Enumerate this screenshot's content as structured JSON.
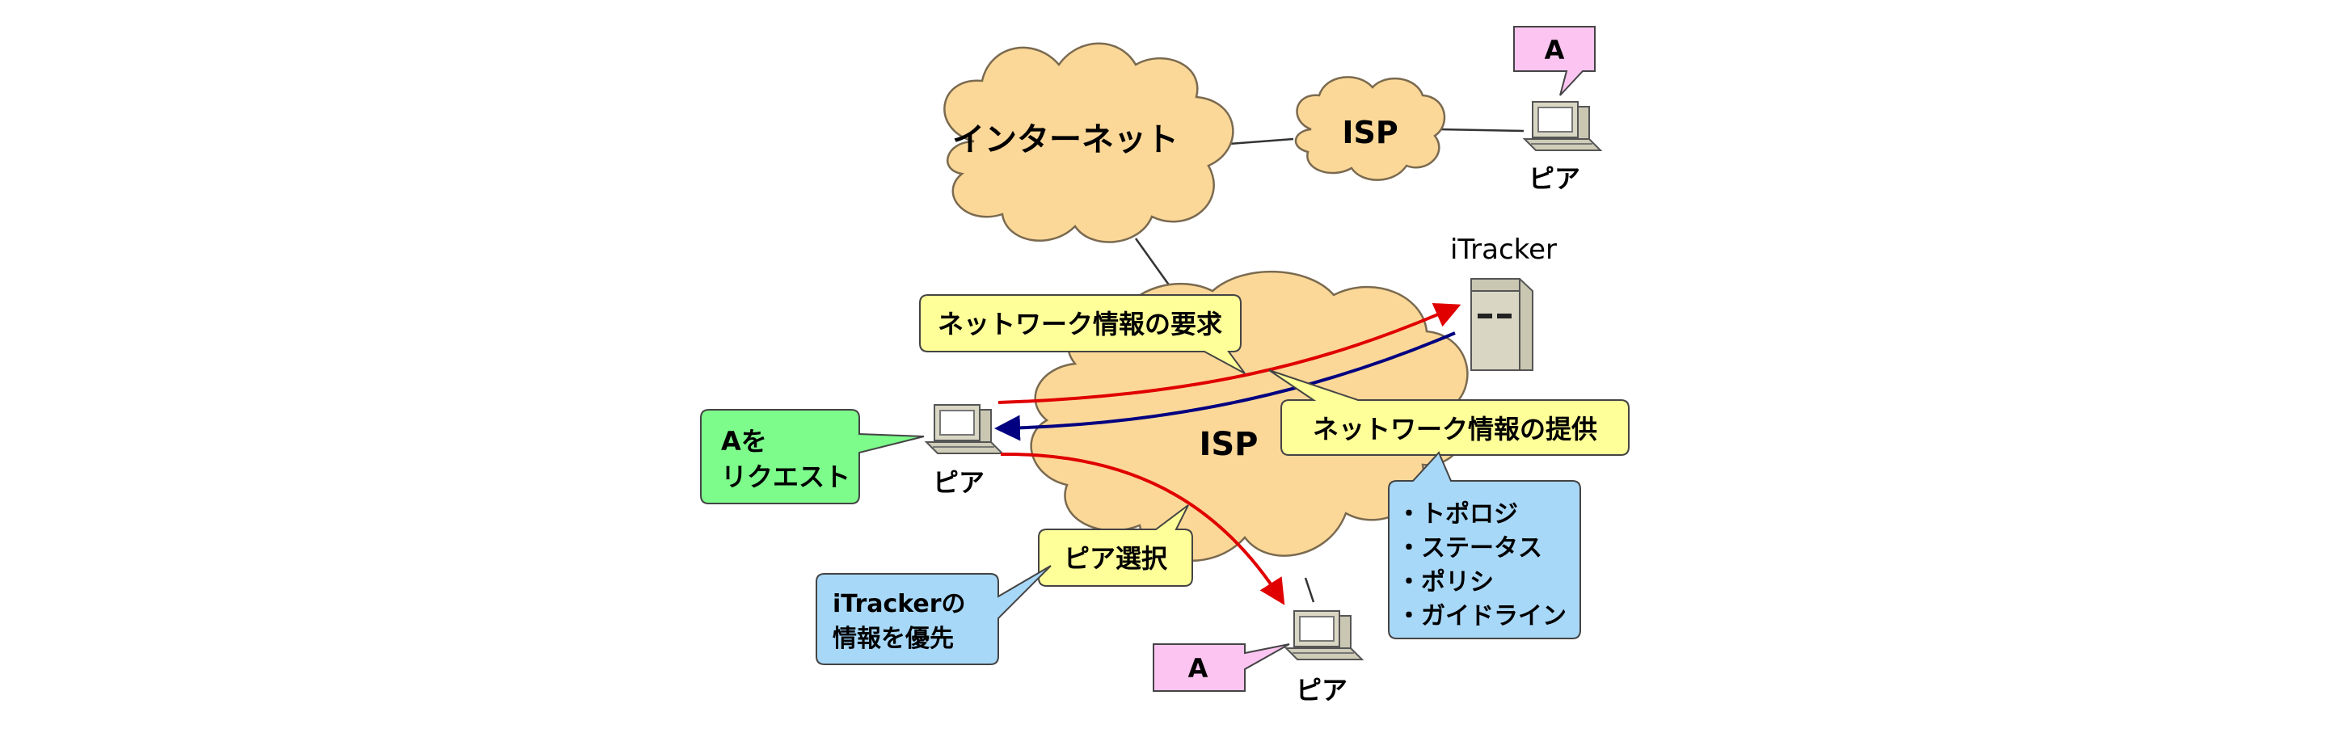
{
  "nodes": {
    "internet": "インターネット",
    "isp_small": "ISP",
    "isp_main": "ISP",
    "itracker": "iTracker",
    "peer_top": "ピア",
    "peer_left": "ピア",
    "peer_bottom": "ピア"
  },
  "callouts": {
    "content_top": "A",
    "content_bottom": "A",
    "request": [
      "Aを",
      "リクエスト"
    ],
    "network_request": "ネットワーク情報の要求",
    "network_provide": "ネットワーク情報の提供",
    "info_items": [
      "・トポロジ",
      "・ステータス",
      "・ポリシ",
      "・ガイドライン"
    ],
    "peer_select": "ピア選択",
    "priority": [
      "iTrackerの",
      "情報を優先"
    ]
  },
  "colors": {
    "cloud_fill": "#fcd898",
    "cloud_stroke": "#7a6a50",
    "request_arrow": "#e00000",
    "provide_arrow": "#000080",
    "yellow_callout": "#ffff99",
    "green_callout": "#7dfc8c",
    "blue_callout": "#a8d8f8",
    "pink_callout": "#fcc4f0"
  }
}
